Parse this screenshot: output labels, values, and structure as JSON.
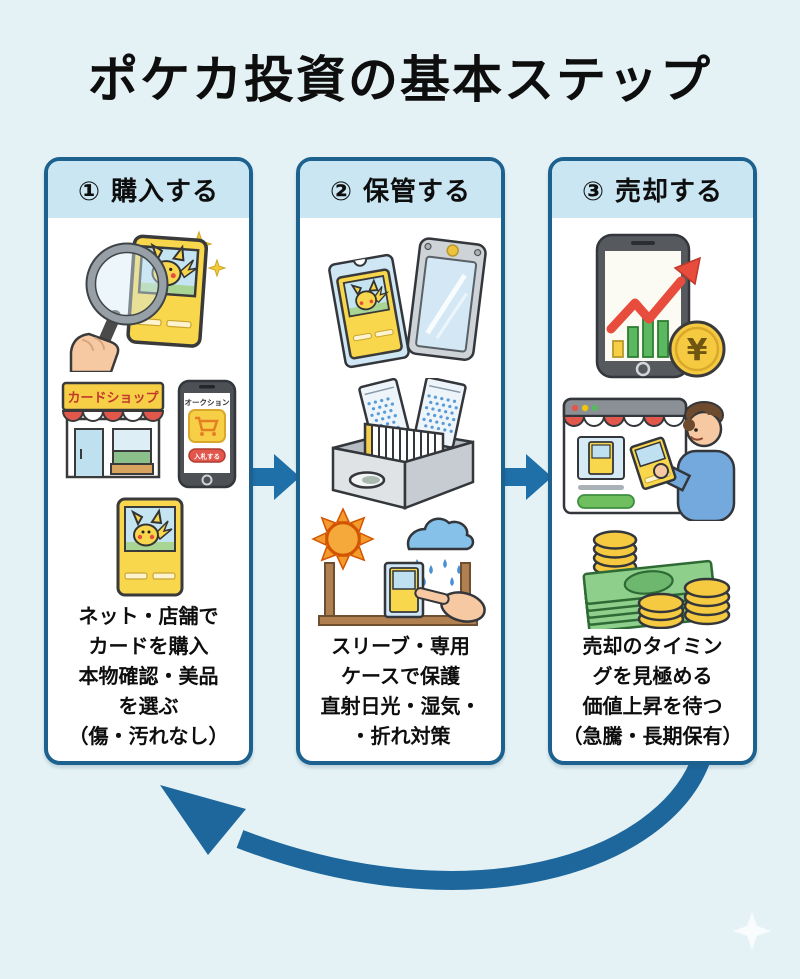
{
  "title": "ポケカ投資の基本ステップ",
  "steps": [
    {
      "header": "① 購入する",
      "lines": [
        "ネット・店舗で",
        "カードを購入",
        "本物確認・美品",
        "を選ぶ",
        "（傷・汚れなし）"
      ],
      "shop_sign": "カードショップ",
      "auction_label": "オークション",
      "bid_button": "入札する"
    },
    {
      "header": "② 保管する",
      "lines": [
        "スリーブ・専用",
        "ケースで保護",
        "直射日光・湿気・",
        "・折れ対策"
      ]
    },
    {
      "header": "③ 売却する",
      "lines": [
        "売却のタイミン",
        "グを見極める",
        "価値上昇を待つ",
        "（急騰・長期保有）"
      ],
      "yen_symbol": "¥"
    }
  ],
  "icons": {
    "magnifier_card": "hand-magnifier-over-card",
    "card_shop": "card-shop-storefront",
    "auction_phone": "smartphone-auction-app",
    "pokemon_card": "pokemon-card",
    "sleeve_case": "card-sleeve-and-hard-case",
    "storage_box": "card-storage-box",
    "weather_protect": "sun-and-rain-protection",
    "price_chart": "smartphone-price-chart-up",
    "online_sale": "online-shop-selling",
    "money": "bills-and-coins",
    "step_arrow": "right-arrow",
    "cycle_arrow": "curved-cycle-arrow",
    "sparkle": "sparkle-star"
  },
  "colors": {
    "background": "#e4f2f5",
    "panel_border": "#1d618f",
    "panel_header": "#c9e6f2",
    "flow_arrow": "#1f6fa8",
    "title_text": "#0e0e0e",
    "card_yellow": "#f8d74c",
    "accent_red": "#e2574c",
    "money_green": "#8fcf8c",
    "coin_gold": "#f5c940"
  }
}
